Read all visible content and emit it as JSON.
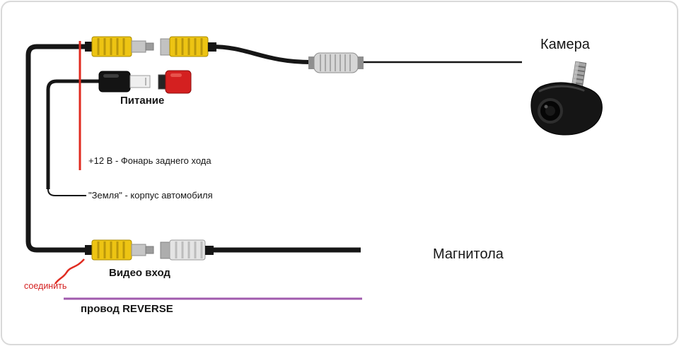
{
  "diagram": {
    "labels": {
      "camera": "Камера",
      "power": "Питание",
      "reverse_light": "+12 В - Фонарь заднего хода",
      "ground": "\"Земля\" - корпус автомобиля",
      "video_input": "Видео вход",
      "head_unit": "Магнитола",
      "connect": "соединить",
      "reverse_wire": "провод REVERSE"
    },
    "colors": {
      "rca_yellow": "#edc413",
      "power_red": "#d42020",
      "wire_red": "#e02b20",
      "wire_black": "#161616",
      "reverse_purple": "#a05aad",
      "connector_silver": "#d6d6d6"
    }
  }
}
